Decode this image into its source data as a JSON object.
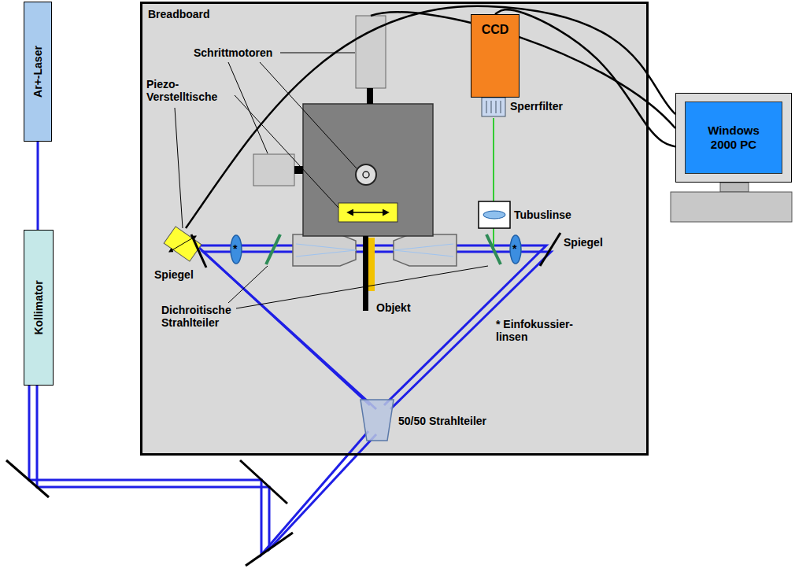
{
  "diagram": {
    "nodes": [
      {
        "text": [
          "Ar+-Laser"
        ]
      },
      {
        "text": [
          "Kollimator"
        ]
      },
      {
        "text": [
          "Breadboard"
        ]
      },
      {
        "text": [
          "CCD"
        ],
        "in": 2
      },
      {
        "text": [
          "Windows 2000 PC"
        ]
      }
    ],
    "edges": [
      {
        "from": 0,
        "to": 1,
        "arrow": "none"
      },
      {
        "from": 3,
        "to": 4,
        "arrow": "none"
      }
    ],
    "labels": [
      "Schrittmotoren",
      "Piezo- Verstelltische",
      "Sperrfilter",
      "Tubuslinse",
      "Spiegel",
      "Spiegel",
      "Objekt",
      "Dichroitische Strahlteiler",
      "* Einfokussier- linsen",
      "50/50 Strahlteiler",
      "*",
      "*"
    ]
  }
}
